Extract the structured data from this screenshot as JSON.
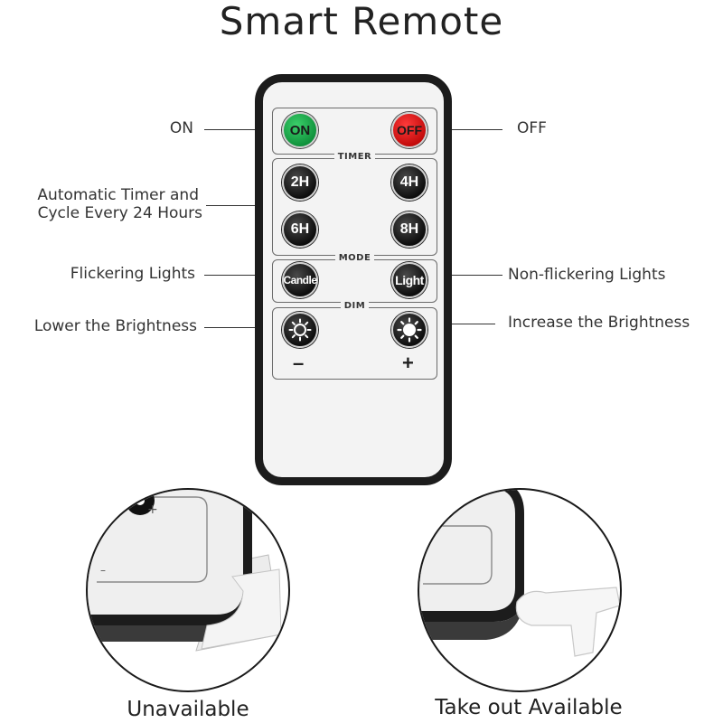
{
  "title": "Smart Remote",
  "callouts": {
    "on": "ON",
    "off": "OFF",
    "timer_line1": "Automatic Timer and",
    "timer_line2": "Cycle Every 24 Hours",
    "flicker": "Flickering Lights",
    "non_flicker": "Non-flickering Lights",
    "lower": "Lower the Brightness",
    "increase": "Increase the Brightness"
  },
  "remote": {
    "on_label": "ON",
    "off_label": "OFF",
    "timer_label": "TIMER",
    "timer_buttons": [
      "2H",
      "4H",
      "6H",
      "8H"
    ],
    "mode_label": "MODE",
    "mode_buttons": [
      "Candle",
      "Light"
    ],
    "dim_label": "DIM",
    "minus": "–",
    "plus": "+",
    "dim_down_icon": "sun-outline-icon",
    "dim_up_icon": "sun-filled-icon"
  },
  "details": {
    "left_caption": "Unavailable",
    "right_caption": "Take out Available",
    "left_plus": "+",
    "left_minus": "–"
  },
  "colors": {
    "on_button": "#1aa84a",
    "off_button": "#e01414",
    "remote_body": "#1c1c1c"
  }
}
